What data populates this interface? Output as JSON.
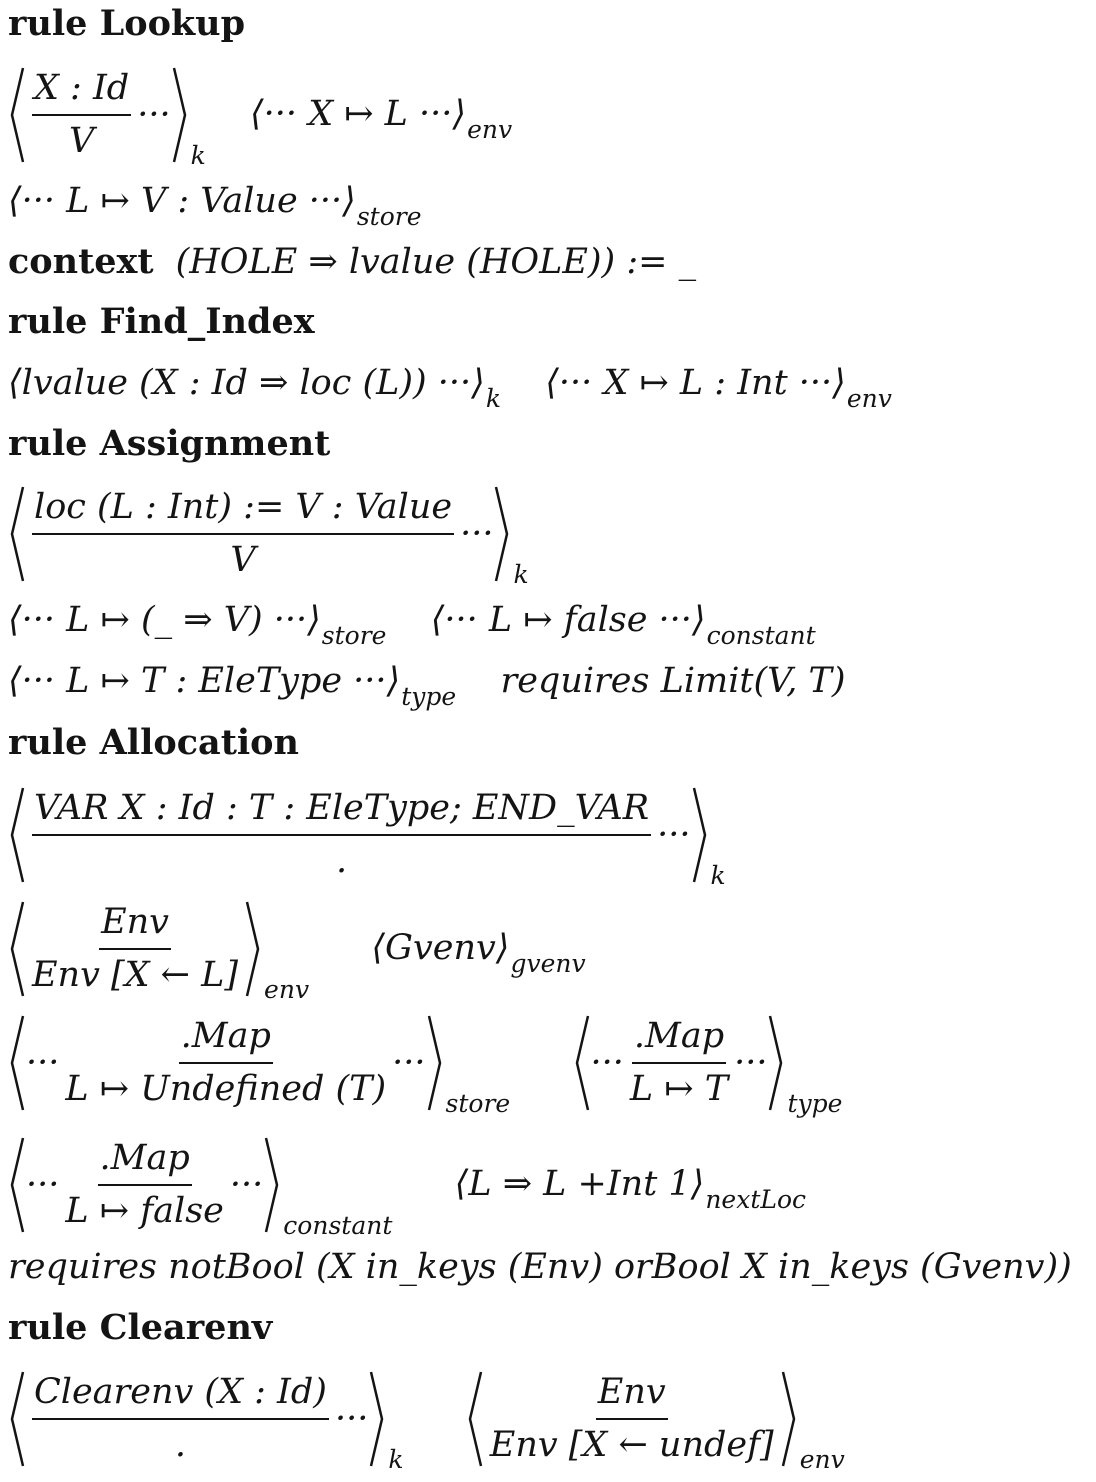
{
  "rules": {
    "lookup": {
      "title": "rule Lookup",
      "k_num": "X  :  Id",
      "k_den": "V",
      "dots": "···",
      "k_label": "k",
      "env_body": "⟨··· X ↦ L ···⟩",
      "env_label": "env",
      "store_body": "⟨··· L ↦ V : Value ···⟩",
      "store_label": "store"
    },
    "context": {
      "keyword": "context",
      "body": "(HOLE ⇒ lvalue (HOLE)) := _"
    },
    "find_index": {
      "title": "rule Find_Index",
      "k_body": "⟨lvalue (X : Id ⇒ loc (L)) ···⟩",
      "k_label": "k",
      "env_body": "⟨··· X ↦ L : Int ···⟩",
      "env_label": "env"
    },
    "assignment": {
      "title": "rule Assignment",
      "k_num": "loc (L : Int) := V : Value",
      "k_den": "V",
      "dots": "···",
      "k_label": "k",
      "store_body": "⟨··· L ↦ (_ ⇒ V) ···⟩",
      "store_label": "store",
      "constant_body": "⟨··· L ↦ false ···⟩",
      "constant_label": "constant",
      "type_body": "⟨··· L ↦ T : EleType ···⟩",
      "type_label": "type",
      "requires": "requires Limit(V, T)"
    },
    "allocation": {
      "title": "rule Allocation",
      "k_num": "VAR X : Id  :  T : EleType; END_VAR",
      "k_den": ".",
      "dots": "···",
      "k_label": "k",
      "env_num": "Env",
      "env_den": "Env [X ← L]",
      "env_label": "env",
      "gvenv_body": "⟨Gvenv⟩",
      "gvenv_label": "gvenv",
      "store_num": ".Map",
      "store_den": "L ↦ Undefined (T)",
      "store_label": "store",
      "type_num": ".Map",
      "type_den": "L ↦ T",
      "type_label": "type",
      "constant_num": ".Map",
      "constant_den": "L ↦ false",
      "constant_label": "constant",
      "nextloc_body": "⟨L ⇒ L +Int 1⟩",
      "nextloc_label": "nextLoc",
      "requires": "requires notBool (X in_keys (Env) orBool X in_keys (Gvenv))"
    },
    "clearenv": {
      "title": "rule Clearenv",
      "k_num": "Clearenv (X : Id)",
      "k_den": ".",
      "dots": "···",
      "k_label": "k",
      "env_num": "Env",
      "env_den": "Env [X ← undef]",
      "env_label": "env"
    }
  }
}
